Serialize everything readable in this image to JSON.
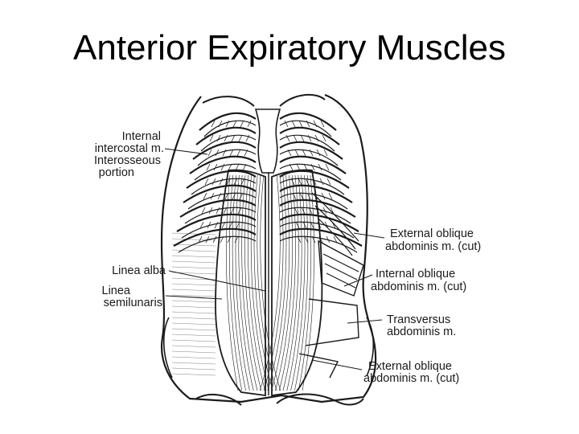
{
  "slide": {
    "title": "Anterior Expiratory Muscles"
  },
  "labels": {
    "internal_intercostal": [
      "Internal",
      "intercostal m.",
      "Interosseous",
      "portion"
    ],
    "linea_alba": "Linea alba",
    "linea_semilunaris": [
      "Linea",
      "semilunaris"
    ],
    "external_oblique_upper": [
      "External oblique",
      "abdominis m. (cut)"
    ],
    "internal_oblique": [
      "Internal oblique",
      "abdominis m. (cut)"
    ],
    "transversus": [
      "Transversus",
      "abdominis m."
    ],
    "external_oblique_lower": [
      "External oblique",
      "abdominis m. (cut)"
    ]
  },
  "colors": {
    "ink": "#1b1b1b",
    "background": "#ffffff"
  }
}
